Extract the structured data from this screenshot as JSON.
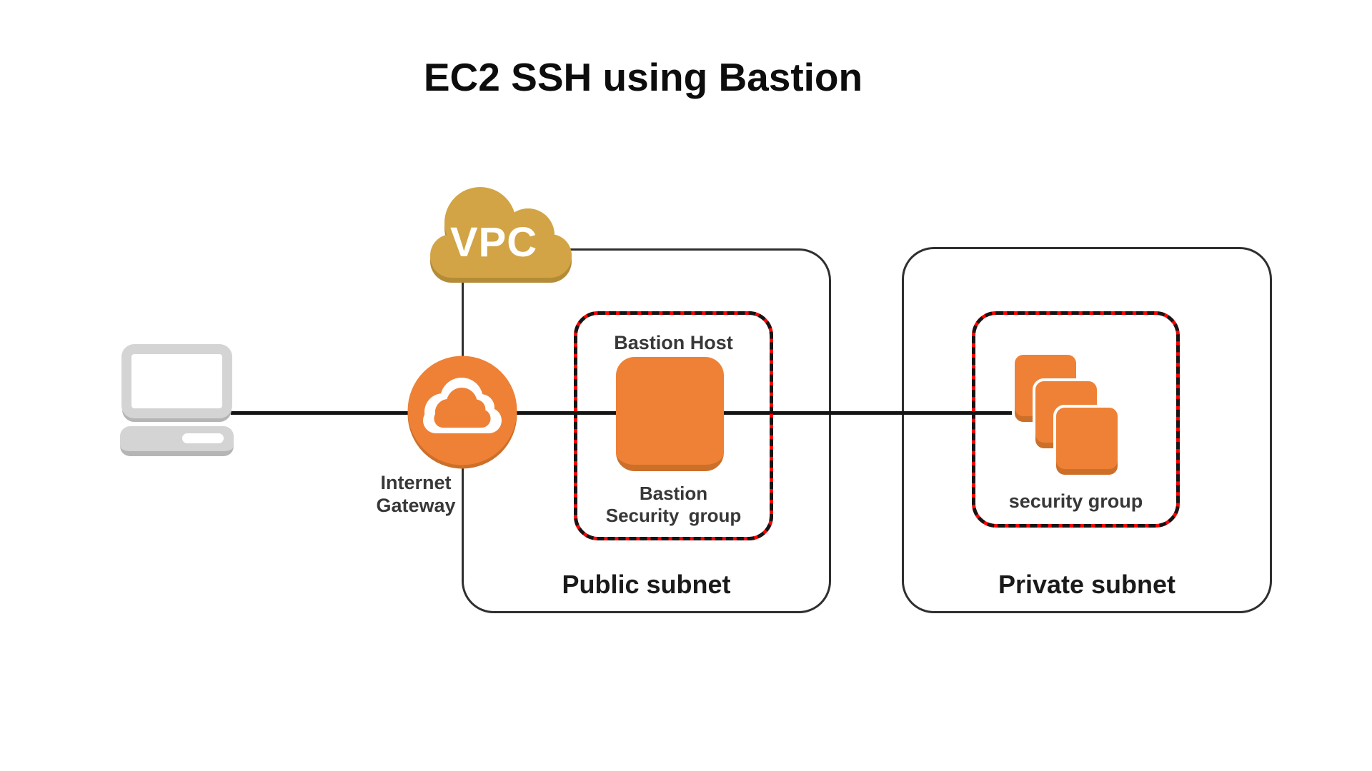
{
  "title": "EC2 SSH using Bastion",
  "vpc": {
    "label": "VPC",
    "icon": "vpc-cloud-icon"
  },
  "internet_gateway": {
    "label_line1": "Internet",
    "label_line2": "Gateway",
    "icon": "cloud-icon"
  },
  "client": {
    "icon": "laptop-icon"
  },
  "public_subnet": {
    "label": "Public subnet",
    "bastion_host_label": "Bastion Host",
    "security_group_label_line1": "Bastion",
    "security_group_label_line2": "Security group",
    "bastion_icon": "ec2-instance-icon"
  },
  "private_subnet": {
    "label": "Private subnet",
    "security_group_label": "security group",
    "instances_icon": "ec2-instances-stack-icon"
  },
  "colors": {
    "orange": "#ee8136",
    "orange-dark": "#cc6f29",
    "gold": "#d2a445",
    "gold-dark": "#b48c38",
    "red": "#ff0000",
    "line": "#141414",
    "label": "#383838"
  }
}
